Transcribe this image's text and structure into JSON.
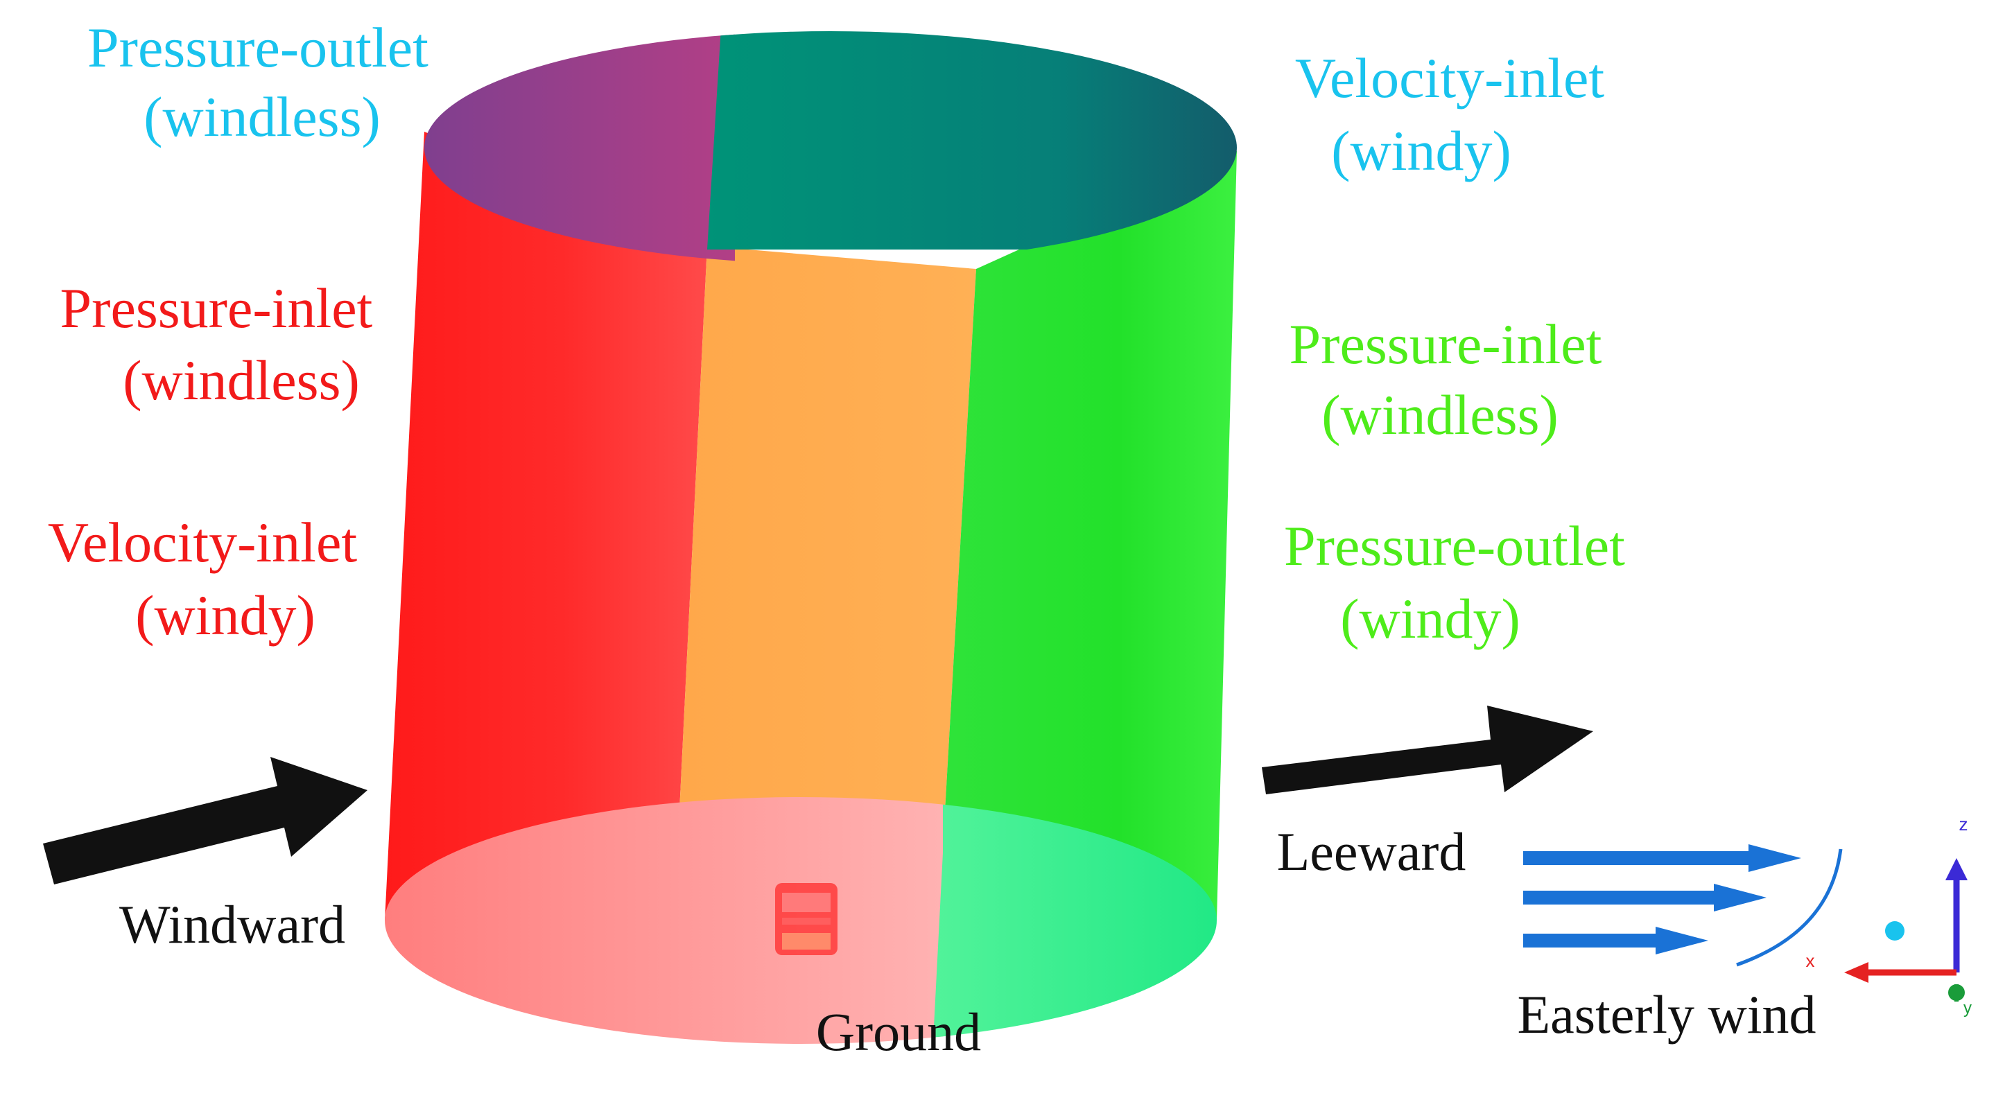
{
  "labels": {
    "top_left_1": "Pressure-outlet",
    "top_left_2": "(windless)",
    "top_right_1": "Velocity-inlet",
    "top_right_2": "(windy)",
    "mid_left_1": "Pressure-inlet",
    "mid_left_2": "(windless)",
    "mid_right_1": "Pressure-inlet",
    "mid_right_2": "(windless)",
    "low_left_1": "Velocity-inlet",
    "low_left_2": "(windy)",
    "low_right_1": "Pressure-outlet",
    "low_right_2": "(windy)",
    "windward": "Windward",
    "leeward": "Leeward",
    "ground": "Ground",
    "easterly": "Easterly wind"
  },
  "axes": {
    "z": "z",
    "x": "x",
    "y": "y"
  },
  "colors": {
    "cyan_text": "#19c3ee",
    "red_text": "#f21a1a",
    "green_text": "#4eec1a",
    "black_text": "#111111",
    "red_face": "#ff2020",
    "orange_face": "#ffac4d",
    "green_face": "#27e62e",
    "top_purple": "#a3408c",
    "top_teal": "#0a8c7e",
    "ground_pink": "#ffa0a0",
    "ground_green": "#3fef98",
    "wind_blue": "#1a72d6"
  }
}
